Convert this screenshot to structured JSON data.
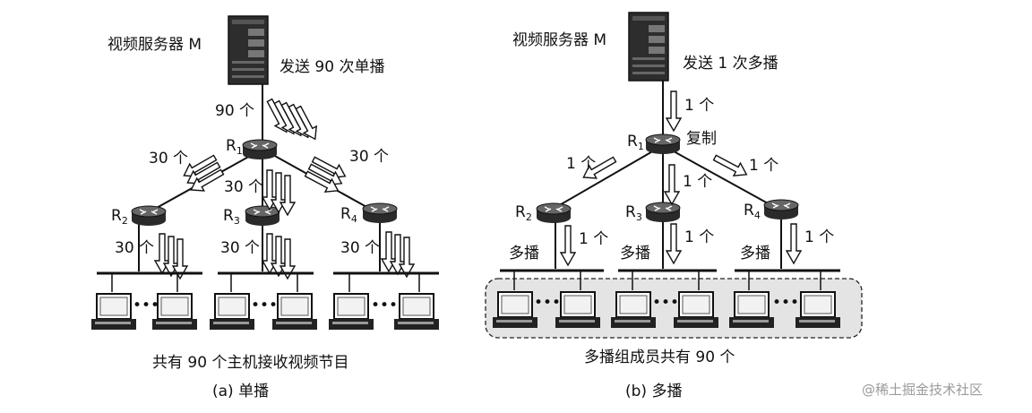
{
  "left": {
    "server_label": "视频服务器 M",
    "send_label": "发送 90 次单播",
    "link_count": "90 个",
    "r1": "R",
    "r1_sub": "1",
    "r2": "R",
    "r2_sub": "2",
    "r3": "R",
    "r3_sub": "3",
    "r4": "R",
    "r4_sub": "4",
    "branch_left": "30 个",
    "branch_mid": "30 个",
    "branch_right": "30 个",
    "lan_left": "30 个",
    "lan_mid": "30 个",
    "lan_right": "30 个",
    "ellipsis": "•••",
    "summary": "共有 90 个主机接收视频节目",
    "caption": "(a) 单播"
  },
  "right": {
    "server_label": "视频服务器 M",
    "send_label": "发送 1 次多播",
    "link_count": "1 个",
    "r1": "R",
    "r1_sub": "1",
    "copy_label": "复制",
    "r2": "R",
    "r2_sub": "2",
    "r3": "R",
    "r3_sub": "3",
    "r4": "R",
    "r4_sub": "4",
    "branch_left": "1 个",
    "branch_mid": "1 个",
    "branch_right": "1 个",
    "multicast_left": "多播",
    "multicast_mid": "多播",
    "multicast_right": "多播",
    "lan_left": "1 个",
    "lan_mid": "1 个",
    "lan_right": "1 个",
    "ellipsis": "•••",
    "summary": "多播组成员共有 90 个",
    "caption": "(b) 多播"
  },
  "watermark": "@稀土掘金技术社区"
}
